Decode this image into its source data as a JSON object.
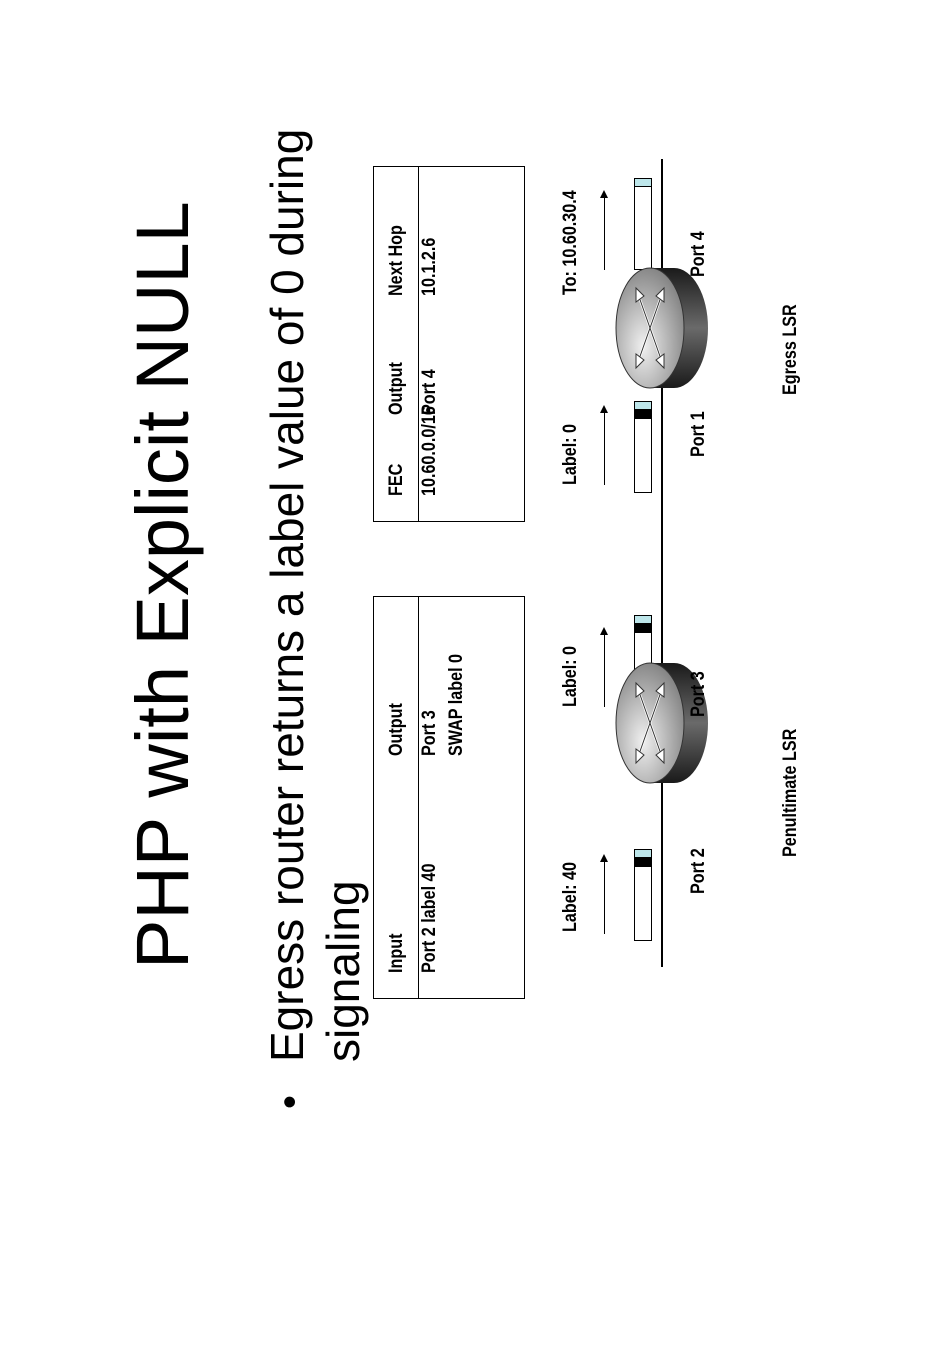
{
  "slide": {
    "title": "PHP with Explicit NULL",
    "bullet_symbol": "•",
    "bullet_line1": "Egress router returns a label value of 0 during",
    "bullet_line2": "signaling"
  },
  "penultimate_table": {
    "col_input": "Input",
    "col_output": "Output",
    "input_value": "Port 2 label 40",
    "output_line1": "Port 3",
    "output_line2": "SWAP label 0"
  },
  "egress_table": {
    "col_fec": "FEC",
    "col_output": "Output",
    "col_next_hop": "Next Hop",
    "fec_value": "10.60.0.0/16",
    "output_value": "Port 4",
    "next_hop_value": "10.1.2.6"
  },
  "labels": {
    "label_1": "Label: 40",
    "label_2": "Label: 0",
    "label_3": "Label: 0",
    "label_4": "To: 10.60.30.4"
  },
  "ports": {
    "port_2": "Port 2",
    "port_3": "Port 3",
    "port_1": "Port 1",
    "port_4": "Port 4"
  },
  "routers": {
    "penultimate": "Penultimate LSR",
    "egress": "Egress LSR"
  }
}
